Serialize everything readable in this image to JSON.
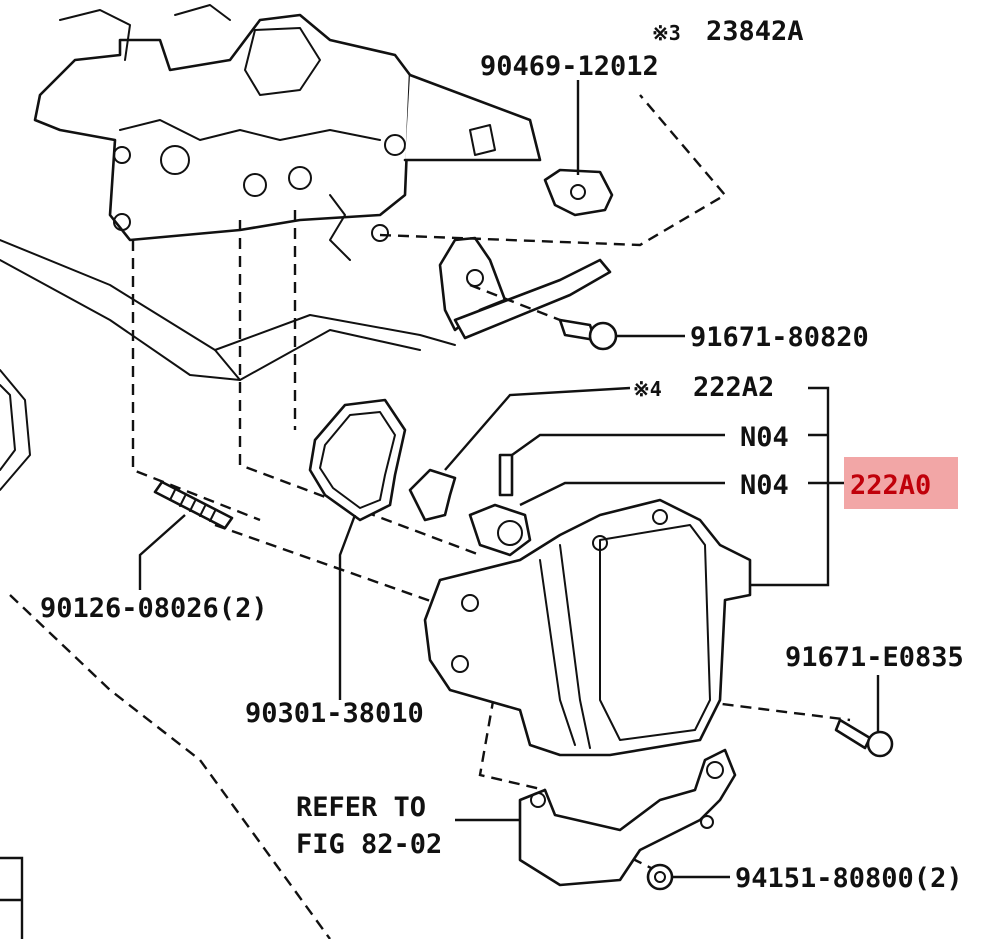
{
  "diagram": {
    "highlight_color": "#f2a6a6",
    "highlight_text_color": "#c0000a",
    "labels": {
      "note3_mark": "※3",
      "p23842A": "23842A",
      "p90469": "90469-12012",
      "p91671_80820": "91671-80820",
      "note4_mark": "※4",
      "p222A2": "222A2",
      "pN04_a": "N04",
      "pN04_b": "N04",
      "p222A0": "222A0",
      "p90126": "90126-08026(2)",
      "p91671_E0835": "91671-E0835",
      "p90301": "90301-38010",
      "refer_line1": "REFER TO",
      "refer_line2": "FIG 82-02",
      "p94151": "94151-80800(2)"
    }
  }
}
